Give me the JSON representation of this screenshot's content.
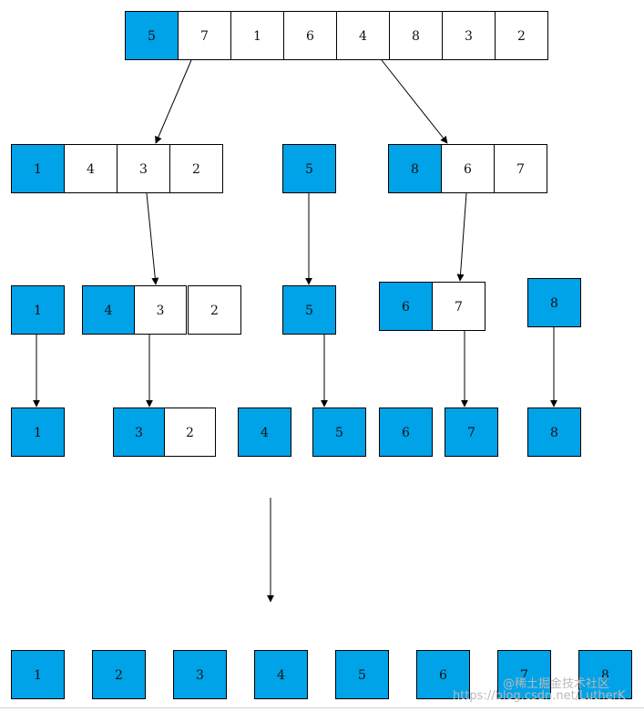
{
  "diagram": {
    "colors": {
      "highlight": "#00a2e8",
      "plain": "#ffffff",
      "stroke": "#000000",
      "arrow": "#000000"
    },
    "rows": [
      {
        "id": "row-0",
        "groups": [
          {
            "id": "g0",
            "cells": [
              {
                "v": "5",
                "hl": true
              },
              {
                "v": "7",
                "hl": false
              },
              {
                "v": "1",
                "hl": false
              },
              {
                "v": "6",
                "hl": false
              },
              {
                "v": "4",
                "hl": false
              },
              {
                "v": "8",
                "hl": false
              },
              {
                "v": "3",
                "hl": false
              },
              {
                "v": "2",
                "hl": false
              }
            ]
          }
        ]
      },
      {
        "id": "row-1",
        "groups": [
          {
            "id": "g1a",
            "cells": [
              {
                "v": "1",
                "hl": true
              },
              {
                "v": "4",
                "hl": false
              },
              {
                "v": "3",
                "hl": false
              },
              {
                "v": "2",
                "hl": false
              }
            ]
          },
          {
            "id": "g1b",
            "cells": [
              {
                "v": "5",
                "hl": true
              }
            ]
          },
          {
            "id": "g1c",
            "cells": [
              {
                "v": "8",
                "hl": true
              },
              {
                "v": "6",
                "hl": false
              },
              {
                "v": "7",
                "hl": false
              }
            ]
          }
        ]
      },
      {
        "id": "row-2",
        "groups": [
          {
            "id": "g2a",
            "cells": [
              {
                "v": "1",
                "hl": true
              }
            ]
          },
          {
            "id": "g2b",
            "cells": [
              {
                "v": "4",
                "hl": true
              },
              {
                "v": "3",
                "hl": false
              }
            ]
          },
          {
            "id": "g2c",
            "cells": [
              {
                "v": "2",
                "hl": false
              }
            ]
          },
          {
            "id": "g2d",
            "cells": [
              {
                "v": "5",
                "hl": true
              }
            ]
          },
          {
            "id": "g2e",
            "cells": [
              {
                "v": "6",
                "hl": true
              },
              {
                "v": "7",
                "hl": false
              }
            ]
          },
          {
            "id": "g2f",
            "cells": [
              {
                "v": "8",
                "hl": true
              }
            ]
          }
        ]
      },
      {
        "id": "row-3",
        "groups": [
          {
            "id": "g3a",
            "cells": [
              {
                "v": "1",
                "hl": true
              }
            ]
          },
          {
            "id": "g3b",
            "cells": [
              {
                "v": "3",
                "hl": true
              },
              {
                "v": "2",
                "hl": false
              }
            ]
          },
          {
            "id": "g3c",
            "cells": [
              {
                "v": "4",
                "hl": true
              }
            ]
          },
          {
            "id": "g3d",
            "cells": [
              {
                "v": "5",
                "hl": true
              }
            ]
          },
          {
            "id": "g3e",
            "cells": [
              {
                "v": "6",
                "hl": true
              }
            ]
          },
          {
            "id": "g3f",
            "cells": [
              {
                "v": "7",
                "hl": true
              }
            ]
          },
          {
            "id": "g3g",
            "cells": [
              {
                "v": "8",
                "hl": true
              }
            ]
          }
        ]
      },
      {
        "id": "row-4",
        "groups": [
          {
            "id": "g4a",
            "cells": [
              {
                "v": "1",
                "hl": true
              }
            ]
          },
          {
            "id": "g4b",
            "cells": [
              {
                "v": "2",
                "hl": true
              }
            ]
          },
          {
            "id": "g4c",
            "cells": [
              {
                "v": "3",
                "hl": true
              }
            ]
          },
          {
            "id": "g4d",
            "cells": [
              {
                "v": "4",
                "hl": true
              }
            ]
          },
          {
            "id": "g4e",
            "cells": [
              {
                "v": "5",
                "hl": true
              }
            ]
          },
          {
            "id": "g4f",
            "cells": [
              {
                "v": "6",
                "hl": true
              }
            ]
          },
          {
            "id": "g4g",
            "cells": [
              {
                "v": "7",
                "hl": true
              }
            ]
          },
          {
            "id": "g4h",
            "cells": [
              {
                "v": "8",
                "hl": true
              }
            ]
          }
        ]
      }
    ],
    "arrows": [
      {
        "from": "g0",
        "to": "g1a"
      },
      {
        "from": "g0",
        "to": "g1c"
      },
      {
        "from": "g1a",
        "to": "g2b"
      },
      {
        "from": "g1b",
        "to": "g2d"
      },
      {
        "from": "g1c",
        "to": "g2e"
      },
      {
        "from": "g2a",
        "to": "g3a"
      },
      {
        "from": "g2b",
        "to": "g3b"
      },
      {
        "from": "g2d",
        "to": "g3d"
      },
      {
        "from": "g2e",
        "to": "g3f"
      },
      {
        "from": "g2f",
        "to": "g3g"
      },
      {
        "from": "row-3",
        "to": "row-4"
      }
    ]
  },
  "watermark": {
    "line1": "@稀土掘金技术社区",
    "line2": "https://blog.csdn.net/LutherK"
  }
}
